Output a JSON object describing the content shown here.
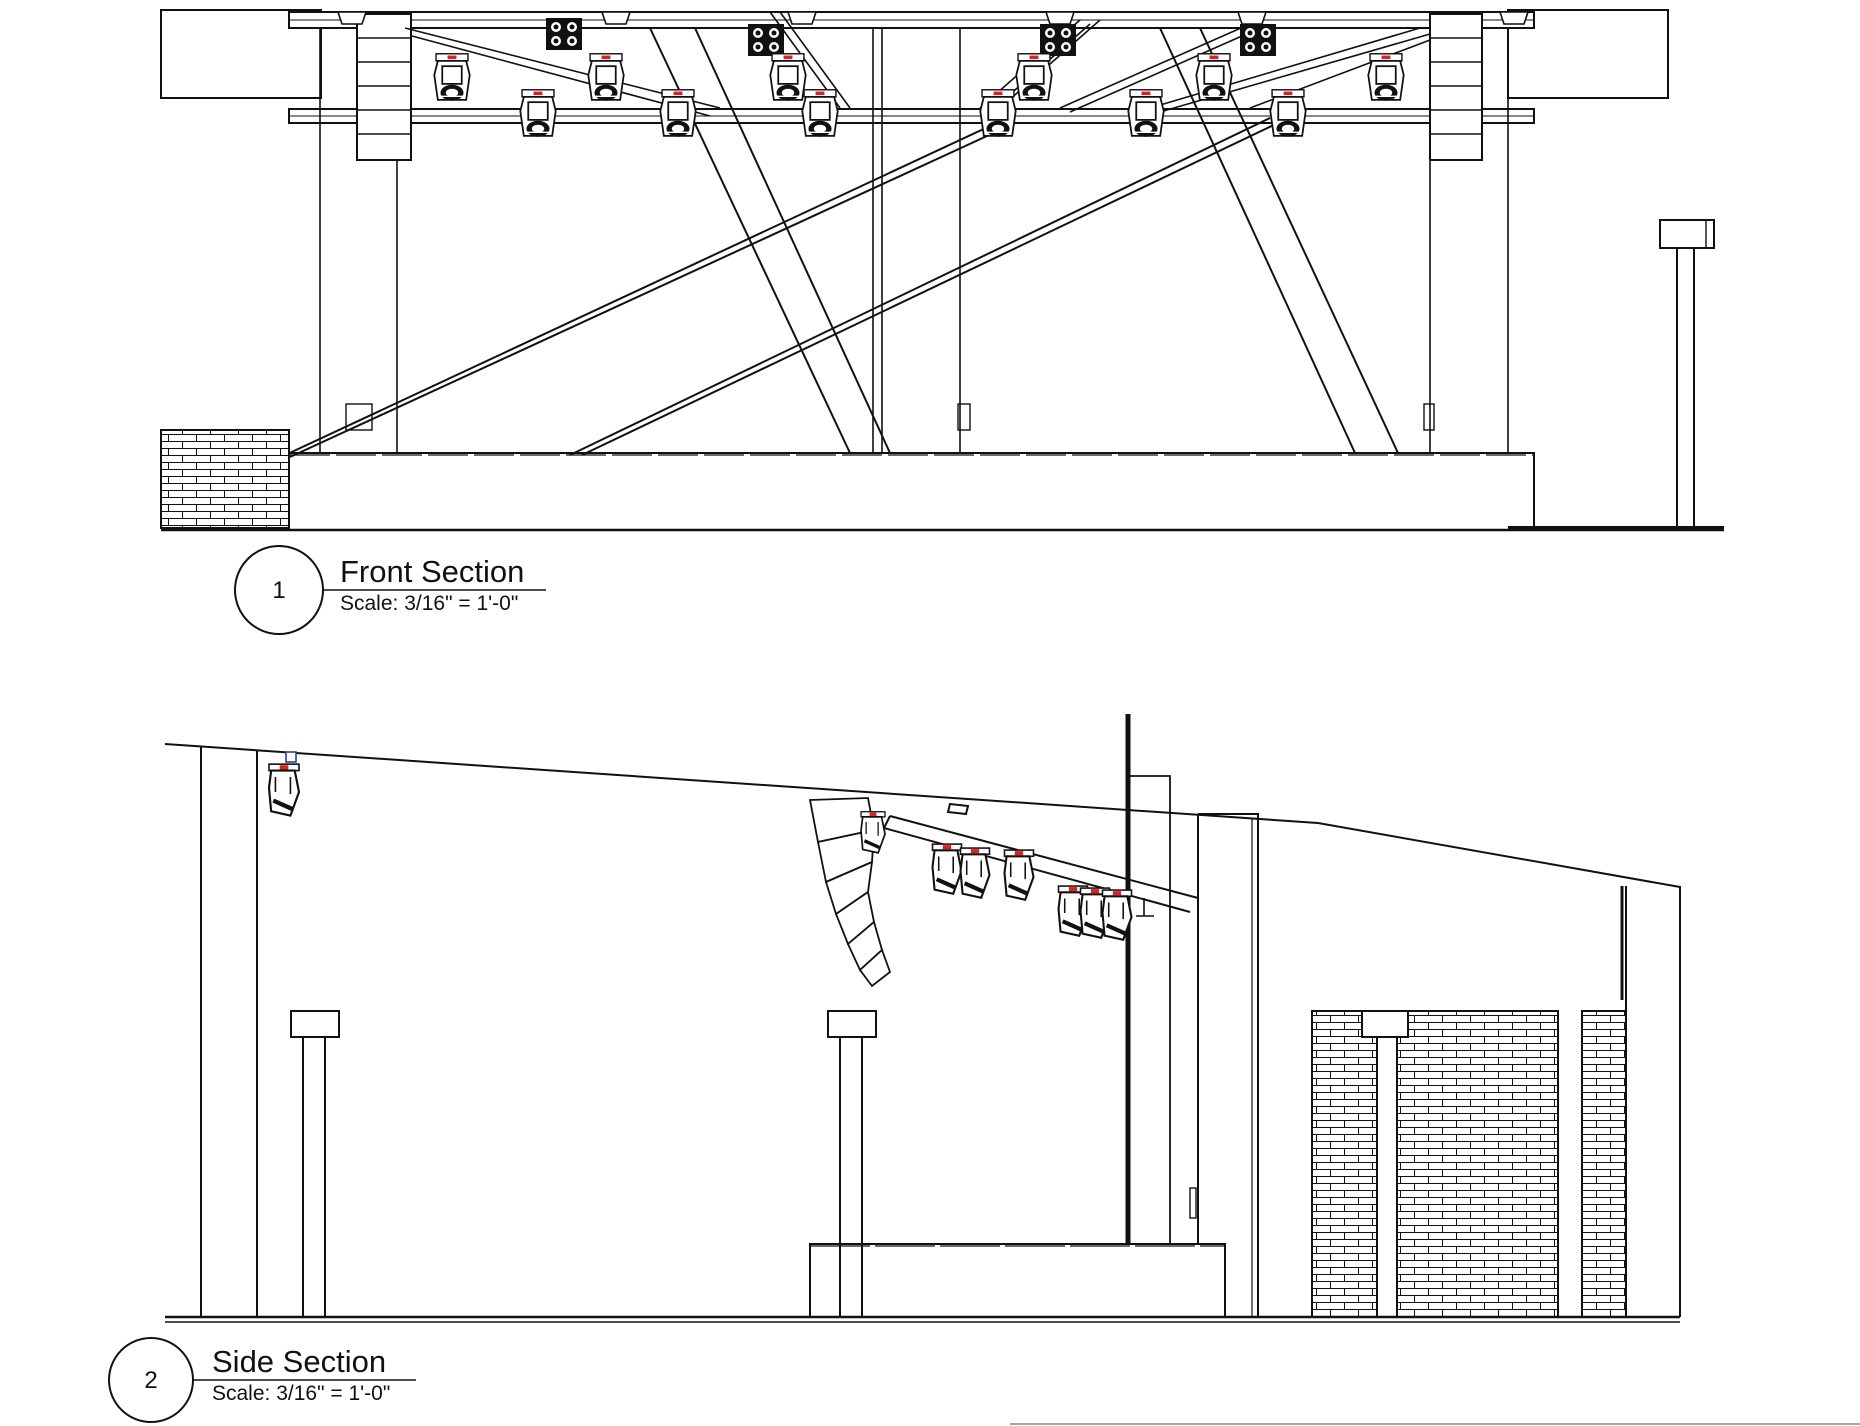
{
  "views": [
    {
      "number": "1",
      "title": "Front Section",
      "scale": "Scale: 3/16\" = 1'-0\""
    },
    {
      "number": "2",
      "title": "Side Section",
      "scale": "Scale: 3/16\" = 1'-0\""
    }
  ],
  "colors": {
    "line": "#111111",
    "fixture_tag": "#e02020",
    "rigging_blue": "#2a3f9a"
  },
  "icons": [
    "moving-head-fixture-icon",
    "quad-blinder-icon",
    "line-array-speaker-icon",
    "brick-hatch"
  ]
}
